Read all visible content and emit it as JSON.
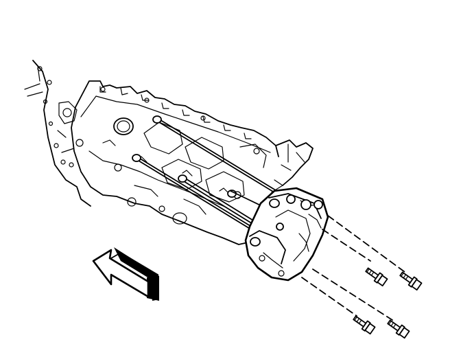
{
  "diagram": {
    "ink_color": "#000000",
    "background_color": "#ffffff",
    "parts": [
      {
        "name": "engine-block",
        "kind": "casting"
      },
      {
        "name": "mount-bracket",
        "kind": "bracket"
      },
      {
        "name": "bolt",
        "count": 4
      },
      {
        "name": "direction-arrow",
        "kind": "front-indicator"
      }
    ]
  }
}
